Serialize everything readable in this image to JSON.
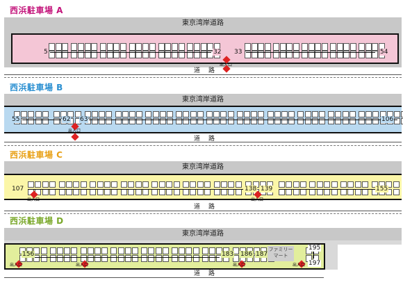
{
  "colors": {
    "title_a": "#c3157b",
    "title_b": "#2a8fd1",
    "title_c": "#e8a117",
    "title_d": "#7aa82a",
    "fill_a": "#f4c6d6",
    "fill_b": "#b9d9f0",
    "fill_c": "#fbf6a8",
    "fill_d": "#e2ee9c",
    "road": "#c8c8c8",
    "exit": "#d22222"
  },
  "sections": [
    {
      "title": "西浜駐車場 A",
      "road_label": "東京湾岸道路",
      "street_label": "道路",
      "exit_label": "出入口",
      "nums": [
        "5",
        "32",
        "33",
        "54"
      ]
    },
    {
      "title": "西浜駐車場 B",
      "road_label": "東京湾岸道路",
      "street_label": "道路",
      "exit_label": "出入口",
      "nums": [
        "55",
        "62",
        "63",
        "106"
      ]
    },
    {
      "title": "西浜駐車場 C",
      "road_label": "東京湾岸道路",
      "street_label": "道路",
      "exit_label": "出入口",
      "nums": [
        "107",
        "138",
        "139",
        "155"
      ]
    },
    {
      "title": "西浜駐車場 D",
      "road_label": "東京湾岸道路",
      "street_label": "道路",
      "exit_label": "出入口",
      "nums": [
        "156",
        "183",
        "186",
        "187",
        "195",
        "197"
      ],
      "store_label": "ファミリーマート"
    }
  ]
}
